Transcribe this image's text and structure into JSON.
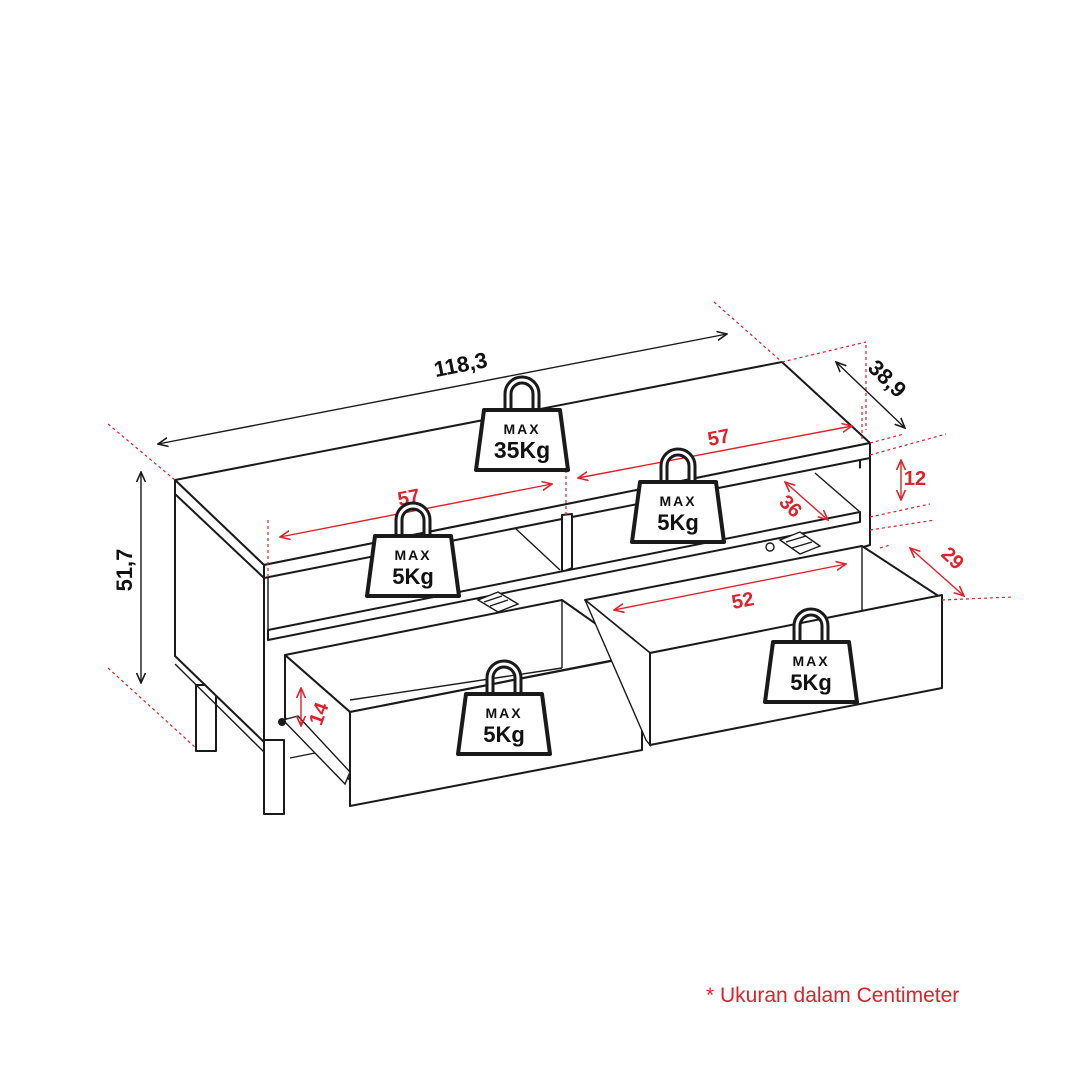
{
  "dimensions": {
    "total_width": "118,3",
    "depth": "38,9",
    "height": "51,7",
    "shelf_left_width": "57",
    "shelf_right_width": "57",
    "shelf_height": "12",
    "shelf_depth": "36",
    "drawer_width": "52",
    "drawer_depth": "29",
    "drawer_height": "14"
  },
  "weights": {
    "top": {
      "label": "MAX",
      "value": "35Kg"
    },
    "shelf_left": {
      "label": "MAX",
      "value": "5Kg"
    },
    "shelf_right": {
      "label": "MAX",
      "value": "5Kg"
    },
    "drawer_left": {
      "label": "MAX",
      "value": "5Kg"
    },
    "drawer_right": {
      "label": "MAX",
      "value": "5Kg"
    }
  },
  "footnote": "* Ukuran dalam Centimeter",
  "colors": {
    "accent": "#e0202a",
    "line": "#1a1a1a",
    "background": "#ffffff"
  }
}
